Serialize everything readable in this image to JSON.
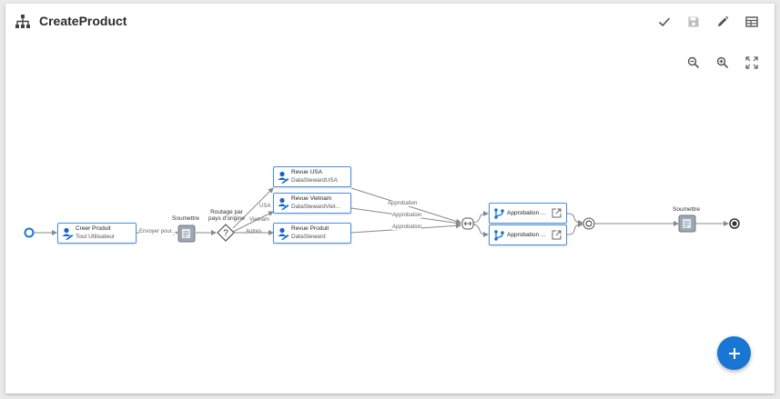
{
  "header": {
    "title": "CreateProduct",
    "icons": [
      "sitemap-icon",
      "check-icon",
      "save-icon",
      "edit-icon",
      "table-icon"
    ]
  },
  "zoom_controls": {
    "icons": [
      "zoom-out-icon",
      "zoom-in-icon",
      "fit-screen-icon"
    ]
  },
  "workflow": {
    "create_product": {
      "title": "Creer Produit",
      "subtitle": "Tout Utilisateur"
    },
    "submit_1": {
      "label": "Soumettre"
    },
    "send_for_label": "Envoyer pour...",
    "routing": {
      "label_line1": "Routage par",
      "label_line2": "pays d'origine"
    },
    "edge_usa": "USA",
    "edge_vietnam": "Vietnam",
    "edge_others": "Autres",
    "review_usa": {
      "title": "Revue USA",
      "subtitle": "DataStewardUSA"
    },
    "review_vietnam": {
      "title": "Revue Vietnam",
      "subtitle": "DataStewardViet..."
    },
    "review_product": {
      "title": "Revue Produit",
      "subtitle": "DataSteward"
    },
    "edge_approbation_1": "Approbation",
    "edge_approbation_2": "Approbation",
    "edge_approbation_3": "Approbation",
    "approval_1": {
      "title": "Approbation ..."
    },
    "approval_2": {
      "title": "Approbation ..."
    },
    "submit_2": {
      "label": "Soumettre"
    }
  },
  "fab": {
    "icon": "plus-icon"
  },
  "colors": {
    "accent": "#1976d2",
    "node_border": "#4a90e2",
    "connector": "#8a8a8a",
    "start_event": "#1976d2"
  }
}
